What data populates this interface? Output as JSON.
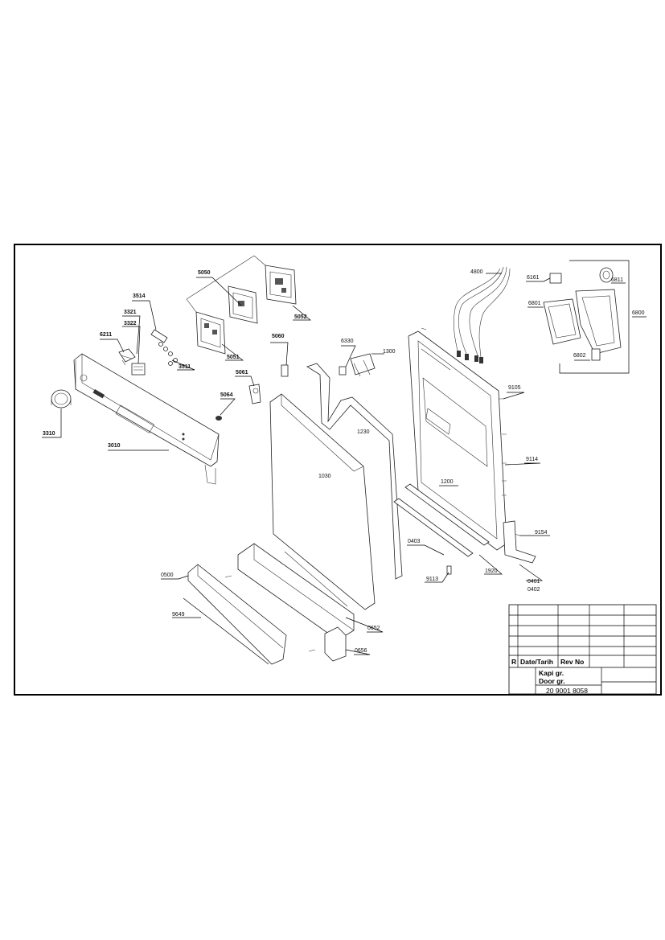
{
  "parts": {
    "p5050": "5050",
    "p5052": "5052",
    "p5051": "5051",
    "p5060": "5060",
    "p5061": "5061",
    "p5064": "5064",
    "p3514": "3514",
    "p3321": "3321",
    "p3322": "3322",
    "p6211": "6211",
    "p3511": "3511",
    "p3310": "3310",
    "p3010": "3010",
    "p6330": "6330",
    "p1300": "1300",
    "p1230": "1230",
    "p1030": "1030",
    "p4800": "4800",
    "p6161": "6161",
    "p6811": "6811",
    "p6801": "6801",
    "p6800": "6800",
    "p6802": "6802",
    "p9105": "9105",
    "p9114": "9114",
    "p1200": "1200",
    "p9154": "9154",
    "p0403": "0403",
    "p9113": "9113",
    "p1920": "1920",
    "p0401": "0401",
    "p0402": "0402",
    "p0500": "0500",
    "p9649": "9649",
    "p0652": "0652",
    "p0656": "0656"
  },
  "title_block": {
    "r": "R",
    "date_label": "Date/Tarih",
    "rev_label": "Rev No",
    "group_tr": "Kapi gr.",
    "group_en": "Door gr.",
    "doc_number": "20 9001 8058"
  }
}
